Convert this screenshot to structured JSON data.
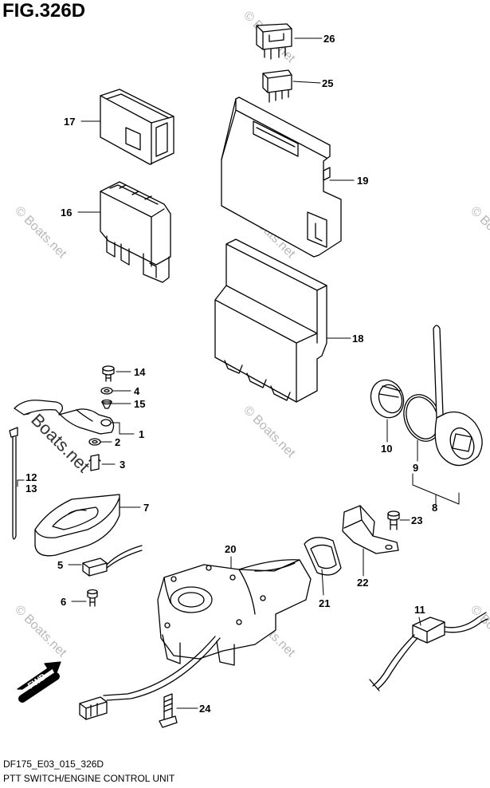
{
  "figure": {
    "title": "FIG.326D",
    "code": "DF175_E03_015_326D",
    "caption": "PTT SWITCH/ENGINE CONTROL UNIT"
  },
  "watermark": {
    "text": "© Boats.net"
  },
  "fwd_arrow": {
    "label": "FWD"
  },
  "callouts": [
    {
      "id": "c26",
      "text": "26"
    },
    {
      "id": "c25",
      "text": "25"
    },
    {
      "id": "c17",
      "text": "17"
    },
    {
      "id": "c19",
      "text": "19"
    },
    {
      "id": "c16",
      "text": "16"
    },
    {
      "id": "c18",
      "text": "18"
    },
    {
      "id": "c14",
      "text": "14"
    },
    {
      "id": "c4",
      "text": "4"
    },
    {
      "id": "c15",
      "text": "15"
    },
    {
      "id": "c1",
      "text": "1"
    },
    {
      "id": "c2",
      "text": "2"
    },
    {
      "id": "c3",
      "text": "3"
    },
    {
      "id": "c12",
      "text": "12"
    },
    {
      "id": "c13",
      "text": "13"
    },
    {
      "id": "c7",
      "text": "7"
    },
    {
      "id": "c5",
      "text": "5"
    },
    {
      "id": "c6",
      "text": "6"
    },
    {
      "id": "c20",
      "text": "20"
    },
    {
      "id": "c10",
      "text": "10"
    },
    {
      "id": "c9",
      "text": "9"
    },
    {
      "id": "c8",
      "text": "8"
    },
    {
      "id": "c23",
      "text": "23"
    },
    {
      "id": "c22",
      "text": "22"
    },
    {
      "id": "c21",
      "text": "21"
    },
    {
      "id": "c11",
      "text": "11"
    },
    {
      "id": "c24",
      "text": "24"
    }
  ]
}
